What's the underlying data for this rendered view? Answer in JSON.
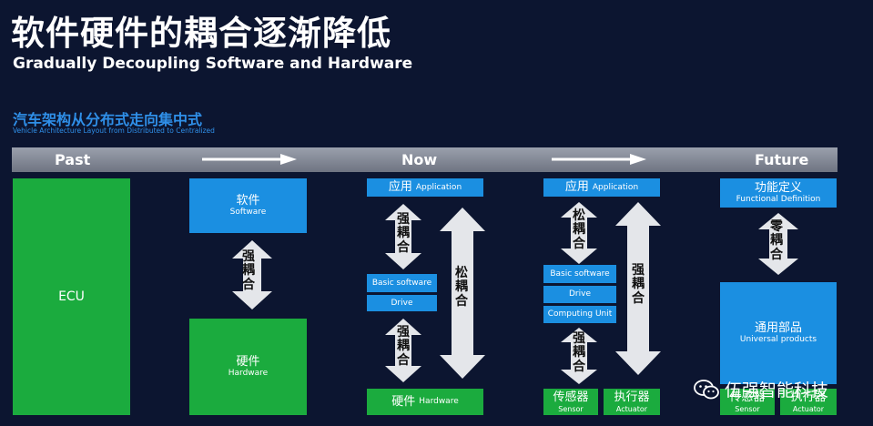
{
  "header": {
    "title_cn": "软件硬件的耦合逐渐降低",
    "title_en": "Gradually Decoupling Software and Hardware",
    "subtitle_cn": "汽车架构从分布式走向集中式",
    "subtitle_en": "Vehicle Architecture Layout from Distributed to Centralized"
  },
  "timeline": {
    "past": "Past",
    "now": "Now",
    "future": "Future"
  },
  "past": {
    "ecu": "ECU"
  },
  "stage2": {
    "software_cn": "软件",
    "software_en": "Software",
    "coupling": [
      "强",
      "耦",
      "合"
    ],
    "hardware_cn": "硬件",
    "hardware_en": "Hardware"
  },
  "now": {
    "app_cn": "应用",
    "app_en": "Application",
    "top_coupling": [
      "强",
      "耦",
      "合"
    ],
    "basic_software": "Basic software",
    "drive": "Drive",
    "bottom_coupling": [
      "强",
      "耦",
      "合"
    ],
    "hardware_cn": "硬件",
    "hardware_en": "Hardware",
    "loose_coupling": [
      "松",
      "耦",
      "合"
    ]
  },
  "stage4": {
    "app_cn": "应用",
    "app_en": "Application",
    "top_coupling": [
      "松",
      "耦",
      "合"
    ],
    "basic_software": "Basic software",
    "drive": "Drive",
    "computing_unit": "Computing  Unit",
    "bottom_coupling": [
      "强",
      "耦",
      "合"
    ],
    "sensor_cn": "传感器",
    "sensor_en": "Sensor",
    "actuator_cn": "执行器",
    "actuator_en": "Actuator",
    "strong_coupling": [
      "强",
      "耦",
      "合"
    ]
  },
  "future": {
    "func_cn": "功能定义",
    "func_en": "Functional Definition",
    "coupling": [
      "零",
      "耦",
      "合"
    ],
    "universal_cn": "通用部品",
    "universal_en": "Universal products",
    "sensor_cn": "传感器",
    "sensor_en": "Sensor",
    "actuator_cn": "执行器",
    "actuator_en": "Actuator"
  },
  "watermark": {
    "text": "伍强智能科技",
    "icon": "wechat-icon"
  }
}
